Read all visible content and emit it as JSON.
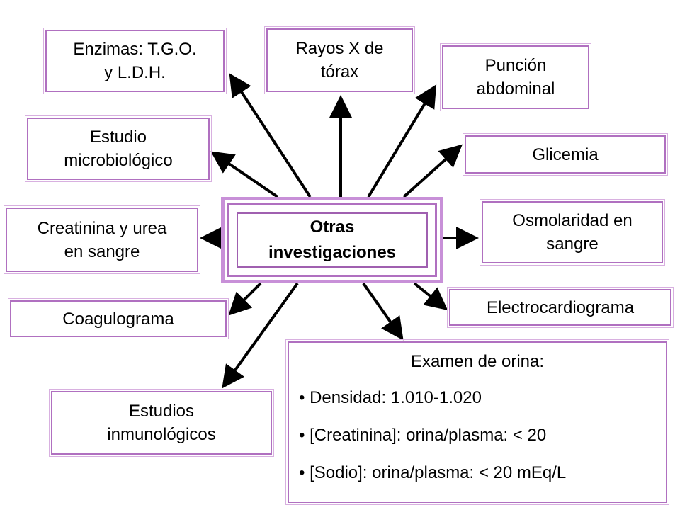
{
  "center": {
    "line1": "Otras",
    "line2": "investigaciones"
  },
  "nodes": {
    "enzimas": {
      "line1": "Enzimas: T.G.O.",
      "line2": "y L.D.H."
    },
    "rayos": {
      "line1": "Rayos X de",
      "line2": "tórax"
    },
    "puncion": {
      "line1": "Punción",
      "line2": "abdominal"
    },
    "microbio": {
      "line1": "Estudio",
      "line2": "microbiológico"
    },
    "glicemia": {
      "line1": "Glicemia"
    },
    "creatinina": {
      "line1": "Creatinina y urea",
      "line2": "en sangre"
    },
    "osmolaridad": {
      "line1": "Osmolaridad en",
      "line2": "sangre"
    },
    "coagulograma": {
      "line1": "Coagulograma"
    },
    "ecg": {
      "line1": "Electrocardiograma"
    },
    "inmuno": {
      "line1": "Estudios",
      "line2": "inmunológicos"
    },
    "orina": {
      "title": "Examen de orina:",
      "bullets": [
        "• Densidad: 1.010-1.020",
        "• [Creatinina]: orina/plasma: < 20",
        "• [Sodio]: orina/plasma: < 20 mEq/L"
      ]
    }
  }
}
